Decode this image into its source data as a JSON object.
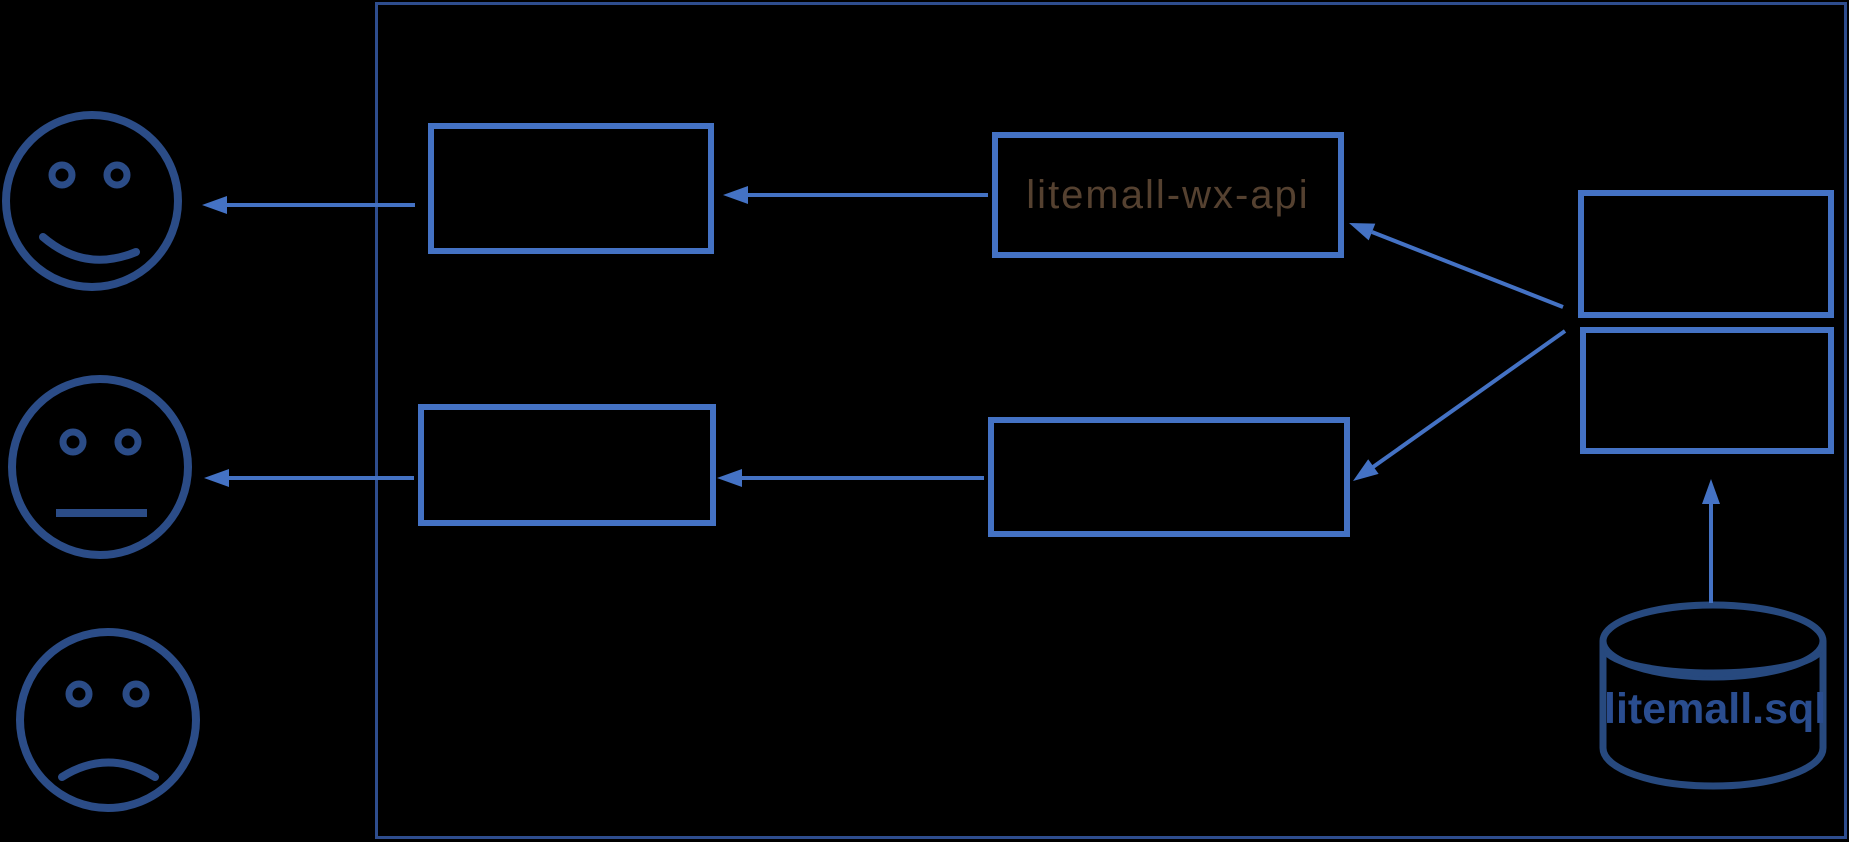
{
  "diagram": {
    "type": "architecture-diagram",
    "colors": {
      "background": "#000000",
      "box_stroke": "#4472c4",
      "arrow": "#4472c4",
      "container_stroke": "#2e4d8e",
      "face_stroke": "#2b4c87",
      "database_stroke": "#27497e",
      "wx_api_label_color": "#554130",
      "database_label_color": "#2a4d8f"
    },
    "users": [
      {
        "icon": "happy-face-icon",
        "mood": "happy"
      },
      {
        "icon": "neutral-face-icon",
        "mood": "neutral"
      },
      {
        "icon": "sad-face-icon",
        "mood": "sad"
      }
    ],
    "boxes": {
      "wx_frontend": {
        "label": ""
      },
      "wx_api": {
        "label": "litemall-wx-api"
      },
      "admin_frontend": {
        "label": ""
      },
      "admin_api": {
        "label": ""
      },
      "server_upper": {
        "label": ""
      },
      "server_lower": {
        "label": ""
      }
    },
    "database": {
      "icon": "database-cylinder-icon",
      "label": "litemall.sql"
    }
  }
}
